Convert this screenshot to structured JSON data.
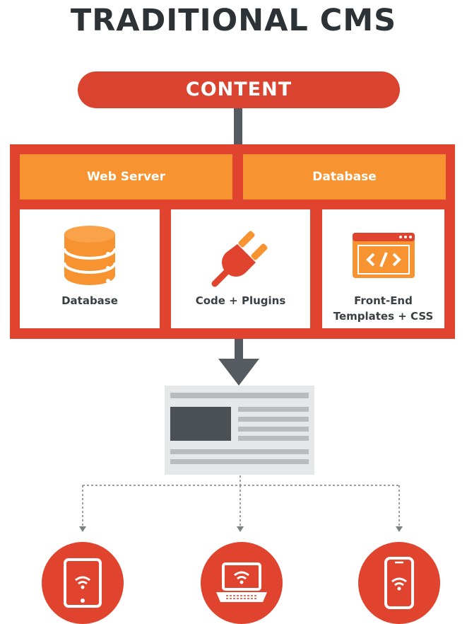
{
  "title": "TRADITIONAL CMS",
  "content_label": "CONTENT",
  "headers": [
    "Web Server",
    "Database"
  ],
  "cards": [
    {
      "icon": "database-icon",
      "lines": [
        "Database"
      ]
    },
    {
      "icon": "plug-icon",
      "lines": [
        "Code + Plugins"
      ]
    },
    {
      "icon": "code-window-icon",
      "lines": [
        "Front-End",
        "Templates + CSS"
      ]
    }
  ],
  "devices": [
    "tablet-icon",
    "laptop-icon",
    "smartphone-icon"
  ],
  "colors": {
    "red": "#e0442f",
    "orange": "#f79330",
    "dark": "#2d3236",
    "connector": "#555b60"
  }
}
